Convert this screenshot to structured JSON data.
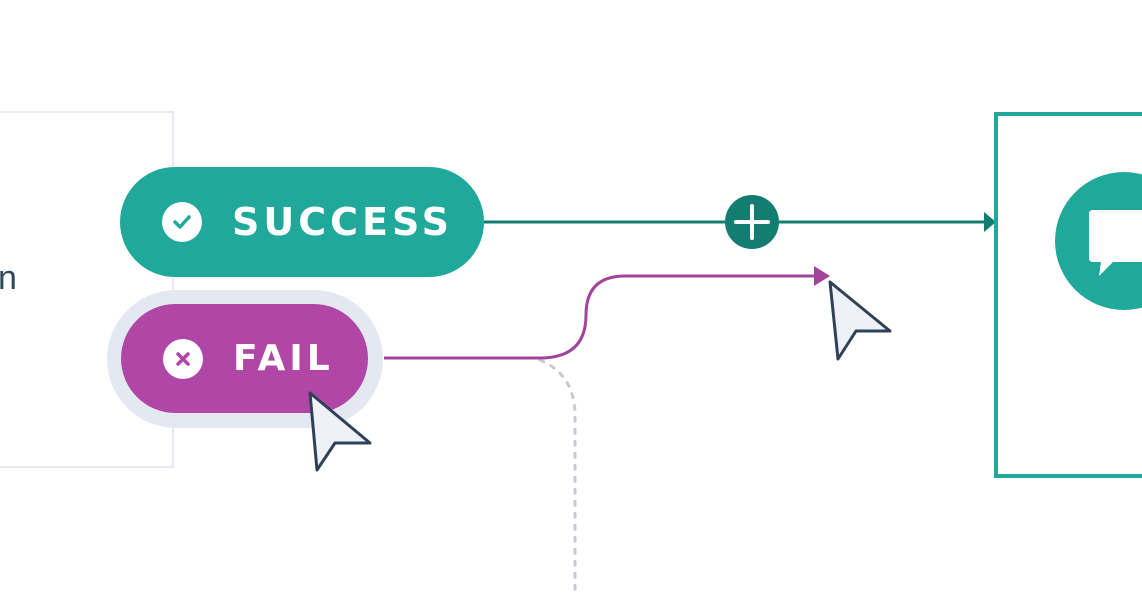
{
  "branches": {
    "success": {
      "label": "SUCCESS",
      "color": "#20a89a",
      "icon": "check-icon"
    },
    "fail": {
      "label": "FAIL",
      "color": "#b046a6",
      "icon": "x-icon"
    }
  },
  "left_card": {
    "text_fragment": "n"
  },
  "connector": {
    "add_icon": "plus-icon",
    "color": "#137d71"
  },
  "action_card": {
    "icon": "chat-bubble-icon",
    "border_color": "#20a89a"
  },
  "cursors": [
    "cursor-arrow-icon",
    "cursor-arrow-icon"
  ]
}
